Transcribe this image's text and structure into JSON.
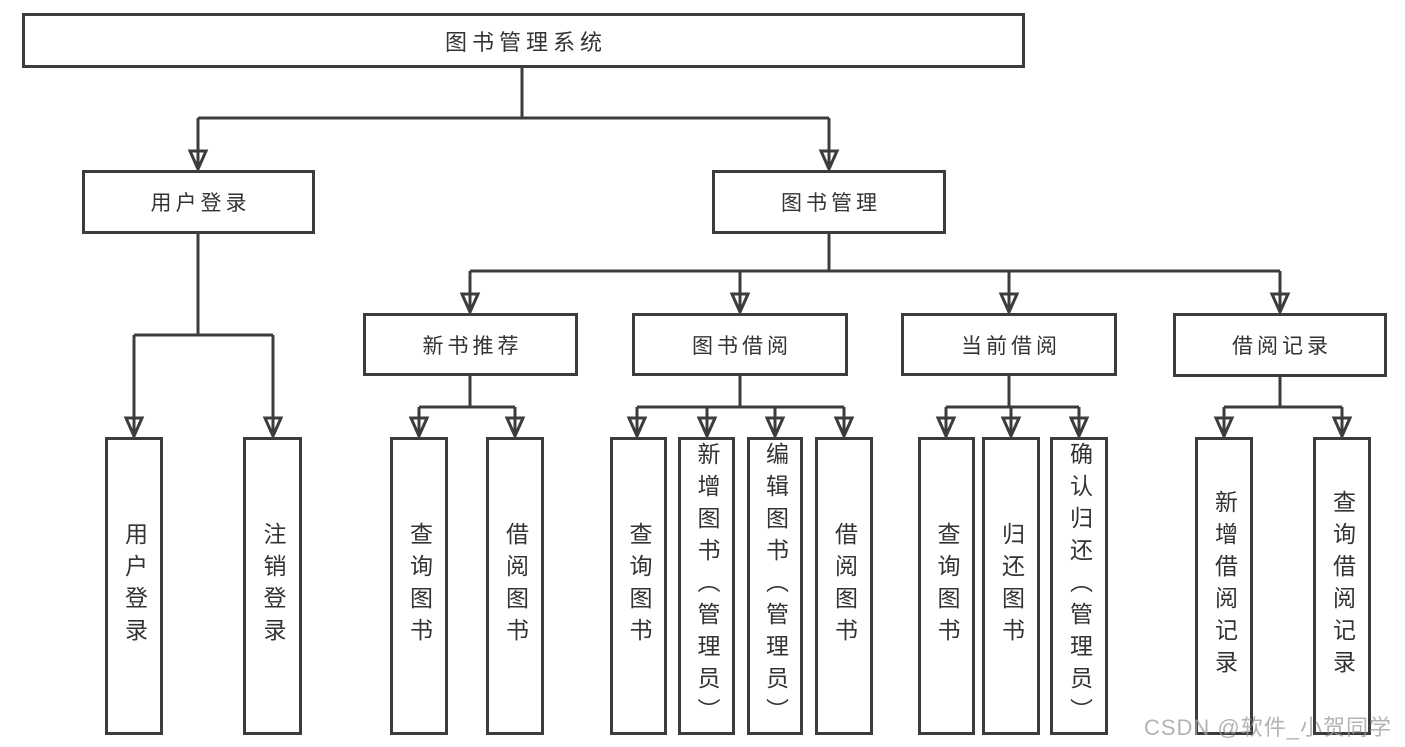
{
  "diagram": {
    "root": {
      "label": "图书管理系统"
    },
    "level2": [
      {
        "label": "用户登录"
      },
      {
        "label": "图书管理"
      }
    ],
    "level3": [
      {
        "label": "新书推荐"
      },
      {
        "label": "图书借阅"
      },
      {
        "label": "当前借阅"
      },
      {
        "label": "借阅记录"
      }
    ],
    "leaves": {
      "login": [
        "用户登录",
        "注销登录"
      ],
      "recommend": [
        "查询图书",
        "借阅图书"
      ],
      "borrow": [
        "查询图书",
        "新增图书（管理员）",
        "编辑图书（管理员）",
        "借阅图书"
      ],
      "current": [
        "查询图书",
        "归还图书",
        "确认归还（管理员）"
      ],
      "records": [
        "新增借阅记录",
        "查询借阅记录"
      ]
    }
  },
  "watermark": "CSDN @软件_小贺同学",
  "colors": {
    "line": "#3c3c3c",
    "text": "#333333",
    "box_background": "#ffffff",
    "watermark": "#9e9e9e",
    "background": "#ffffff"
  }
}
